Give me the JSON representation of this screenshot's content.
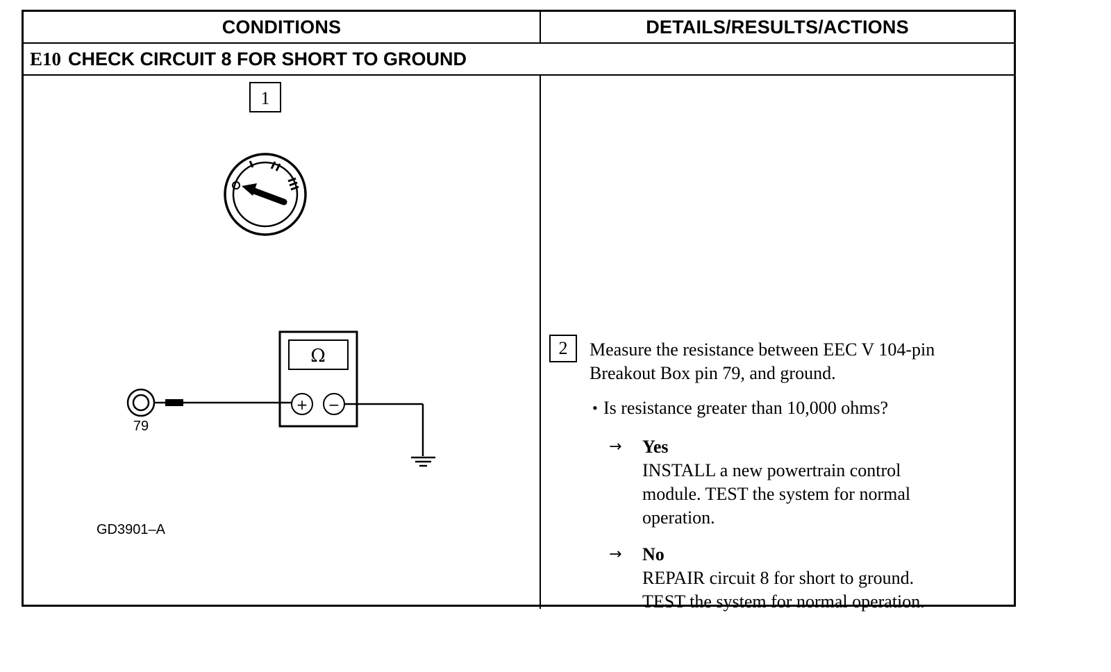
{
  "table": {
    "header_conditions": "CONDITIONS",
    "header_details": "DETAILS/RESULTS/ACTIONS",
    "step_code": "E10",
    "step_title": "CHECK CIRCUIT 8 FOR SHORT TO GROUND"
  },
  "diagram": {
    "step1_number": "1",
    "meter_symbol": "Ω",
    "plus_symbol": "+",
    "minus_symbol": "−",
    "pin_label": "79",
    "figure_id": "GD3901–A",
    "key_positions": [
      "O",
      "I",
      "II",
      "III"
    ],
    "icons": [
      "ignition-key-icon",
      "ohmmeter-icon",
      "breakout-pin-icon",
      "ground-icon"
    ]
  },
  "details": {
    "step2_number": "2",
    "instruction_line1": "Measure the resistance between EEC V 104-pin",
    "instruction_line2": "Breakout Box pin 79, and ground.",
    "bullet_dot": "•",
    "question": "Is resistance greater than 10,000 ohms?",
    "arrow": "→",
    "yes_label": "Yes",
    "yes_line1": "INSTALL a new powertrain control",
    "yes_line2": "module. TEST the system for normal",
    "yes_line3": "operation.",
    "no_label": "No",
    "no_line1": "REPAIR circuit 8 for short to ground.",
    "no_line2": "TEST the system for normal operation."
  }
}
